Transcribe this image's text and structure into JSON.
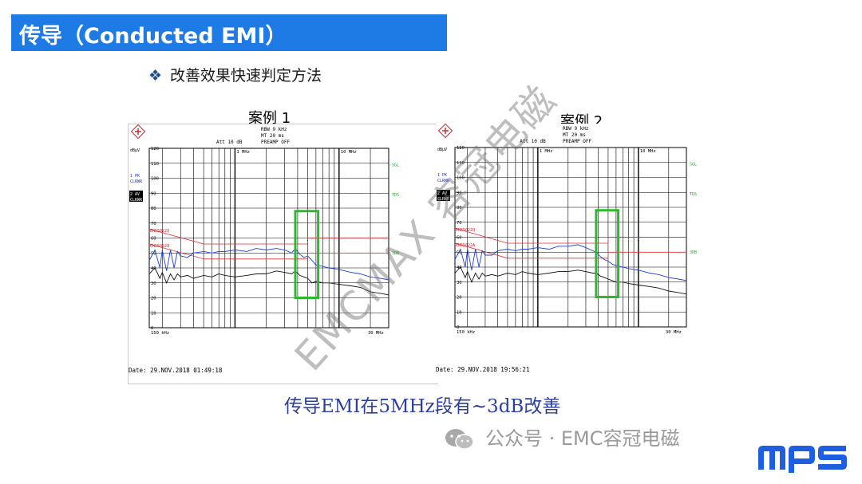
{
  "slide": {
    "title": "传导（Conducted EMI）",
    "bullet_mark": "❖",
    "bullet": "改善效果快速判定方法",
    "caption": "传导EMI在5MHz段有~3dB改善",
    "watermark": "EMCMAX 容冠电磁",
    "account": "公众号 · EMC容冠电磁",
    "logo_text": "mps"
  },
  "colors": {
    "title_bar": "#1e7be6",
    "trace_peak": "#1f3fd6",
    "trace_avg": "#111111",
    "limit_lines": "#e03030",
    "highlight_box": "#2db82d",
    "label_red": "#d42020",
    "label_green": "#22aa22",
    "label_blue": "#2233cc"
  },
  "chart_data": [
    {
      "type": "line",
      "title": "案例 1",
      "header": {
        "rbw": "RBW    9 kHz",
        "mt": "MT     20 ms",
        "preamp": "PREAMP OFF",
        "att": "Att 10 dB"
      },
      "unit": "dBµV",
      "ylim": [
        0,
        120
      ],
      "y_ticks": [
        120,
        110,
        100,
        90,
        80,
        70,
        60,
        50,
        40,
        30,
        20,
        10,
        0
      ],
      "x_scale": "log",
      "xlim_mhz": [
        0.15,
        30
      ],
      "x_tick_labels": {
        "start": "150 kHz",
        "mid1": "1 MHz",
        "mid2": "10 MHz",
        "end": "30 MHz"
      },
      "side_labels": [
        "1 PK",
        "CLRWR",
        "2 AV",
        "CLRWR"
      ],
      "limit_labels": [
        "EN55022Q",
        "EN55022A"
      ],
      "right_labels": [
        "SGL",
        "TDS",
        "3DB"
      ],
      "date": "Date: 29.NOV.2018   01:49:18",
      "highlight_box_mhz": [
        3.8,
        6.3
      ],
      "highlight_box_db": [
        20,
        78
      ],
      "series": [
        {
          "legend": "1 PK",
          "points_mhz_db": [
            [
              0.15,
              45
            ],
            [
              0.17,
              52
            ],
            [
              0.19,
              40
            ],
            [
              0.2,
              52
            ],
            [
              0.22,
              38
            ],
            [
              0.24,
              52
            ],
            [
              0.26,
              40
            ],
            [
              0.28,
              51
            ],
            [
              0.3,
              48
            ],
            [
              0.35,
              47
            ],
            [
              0.4,
              50
            ],
            [
              0.5,
              51
            ],
            [
              0.6,
              50
            ],
            [
              0.7,
              51
            ],
            [
              0.8,
              51
            ],
            [
              1.0,
              52
            ],
            [
              1.3,
              51
            ],
            [
              1.6,
              53
            ],
            [
              2.0,
              52
            ],
            [
              2.5,
              53
            ],
            [
              3.0,
              52
            ],
            [
              3.5,
              50
            ],
            [
              3.8,
              53
            ],
            [
              4.2,
              49
            ],
            [
              4.6,
              47
            ],
            [
              5.0,
              48
            ],
            [
              5.5,
              45
            ],
            [
              6.0,
              42
            ],
            [
              7.0,
              41
            ],
            [
              8.0,
              40
            ],
            [
              10,
              39
            ],
            [
              13,
              37
            ],
            [
              16,
              36
            ],
            [
              20,
              34
            ],
            [
              25,
              33
            ],
            [
              30,
              32
            ]
          ]
        },
        {
          "legend": "2 AV",
          "points_mhz_db": [
            [
              0.15,
              36
            ],
            [
              0.17,
              40
            ],
            [
              0.19,
              33
            ],
            [
              0.2,
              37
            ],
            [
              0.22,
              30
            ],
            [
              0.24,
              36
            ],
            [
              0.26,
              32
            ],
            [
              0.28,
              36
            ],
            [
              0.3,
              34
            ],
            [
              0.35,
              35
            ],
            [
              0.4,
              33
            ],
            [
              0.5,
              35
            ],
            [
              0.6,
              34
            ],
            [
              0.7,
              36
            ],
            [
              0.8,
              35
            ],
            [
              1.0,
              34
            ],
            [
              1.3,
              35
            ],
            [
              1.6,
              36
            ],
            [
              2.0,
              36
            ],
            [
              2.5,
              38
            ],
            [
              3.0,
              37
            ],
            [
              3.5,
              36
            ],
            [
              3.8,
              38
            ],
            [
              4.2,
              35
            ],
            [
              4.6,
              34
            ],
            [
              5.0,
              33
            ],
            [
              5.5,
              30
            ],
            [
              6.0,
              31
            ],
            [
              7.0,
              30
            ],
            [
              8.0,
              30
            ],
            [
              10,
              29
            ],
            [
              13,
              28
            ],
            [
              16,
              27
            ],
            [
              20,
              24
            ],
            [
              25,
              23
            ],
            [
              30,
              22
            ]
          ]
        }
      ],
      "limits": [
        {
          "legend": "EN55022Q",
          "points_mhz_db": [
            [
              0.15,
              66
            ],
            [
              0.5,
              56
            ],
            [
              5,
              56
            ],
            [
              5,
              60
            ],
            [
              30,
              60
            ]
          ]
        },
        {
          "legend": "EN55022A",
          "points_mhz_db": [
            [
              0.15,
              56
            ],
            [
              0.5,
              46
            ],
            [
              5,
              46
            ],
            [
              5,
              50
            ],
            [
              30,
              50
            ]
          ]
        }
      ]
    },
    {
      "type": "line",
      "title": "案例 2",
      "header": {
        "rbw": "RBW    9 kHz",
        "mt": "MT     20 ms",
        "preamp": "PREAMP OFF",
        "att": "Att 10 dB"
      },
      "unit": "dBµV",
      "ylim": [
        0,
        120
      ],
      "y_ticks": [
        120,
        110,
        100,
        90,
        80,
        70,
        60,
        50,
        40,
        30,
        20,
        10,
        0
      ],
      "x_scale": "log",
      "xlim_mhz": [
        0.15,
        30
      ],
      "x_tick_labels": {
        "start": "150 kHz",
        "mid1": "1 MHz",
        "mid2": "10 MHz",
        "end": "30 MHz"
      },
      "side_labels": [
        "1 PK",
        "CLRWR",
        "2 AV",
        "CLRWR"
      ],
      "limit_labels": [
        "EN55022Q",
        "EN55022A"
      ],
      "right_labels": [
        "SGL",
        "TDS",
        "3DB"
      ],
      "date": "Date: 29.NOV.2018   19:56:21",
      "highlight_box_mhz": [
        3.8,
        6.3
      ],
      "highlight_box_db": [
        20,
        78
      ],
      "series": [
        {
          "legend": "1 PK",
          "points_mhz_db": [
            [
              0.15,
              45
            ],
            [
              0.17,
              52
            ],
            [
              0.19,
              40
            ],
            [
              0.2,
              52
            ],
            [
              0.22,
              38
            ],
            [
              0.24,
              52
            ],
            [
              0.26,
              40
            ],
            [
              0.28,
              51
            ],
            [
              0.3,
              48
            ],
            [
              0.35,
              48
            ],
            [
              0.4,
              51
            ],
            [
              0.5,
              52
            ],
            [
              0.6,
              51
            ],
            [
              0.7,
              52
            ],
            [
              0.8,
              52
            ],
            [
              1.0,
              53
            ],
            [
              1.3,
              52
            ],
            [
              1.6,
              54
            ],
            [
              2.0,
              54
            ],
            [
              2.5,
              55
            ],
            [
              3.0,
              53
            ],
            [
              3.5,
              51
            ],
            [
              3.8,
              50
            ],
            [
              4.2,
              47
            ],
            [
              4.6,
              45
            ],
            [
              5.0,
              44
            ],
            [
              5.5,
              42
            ],
            [
              6.0,
              41
            ],
            [
              7.0,
              40
            ],
            [
              8.0,
              39
            ],
            [
              10,
              38
            ],
            [
              13,
              36
            ],
            [
              16,
              35
            ],
            [
              20,
              33
            ],
            [
              25,
              32
            ],
            [
              30,
              31
            ]
          ]
        },
        {
          "legend": "2 AV",
          "points_mhz_db": [
            [
              0.15,
              36
            ],
            [
              0.17,
              40
            ],
            [
              0.19,
              33
            ],
            [
              0.2,
              37
            ],
            [
              0.22,
              30
            ],
            [
              0.24,
              36
            ],
            [
              0.26,
              32
            ],
            [
              0.28,
              36
            ],
            [
              0.3,
              34
            ],
            [
              0.35,
              35
            ],
            [
              0.4,
              34
            ],
            [
              0.5,
              36
            ],
            [
              0.6,
              35
            ],
            [
              0.7,
              37
            ],
            [
              0.8,
              36
            ],
            [
              1.0,
              35
            ],
            [
              1.3,
              36
            ],
            [
              1.6,
              37
            ],
            [
              2.0,
              37
            ],
            [
              2.5,
              38
            ],
            [
              3.0,
              37
            ],
            [
              3.5,
              36
            ],
            [
              3.8,
              36
            ],
            [
              4.2,
              34
            ],
            [
              4.6,
              33
            ],
            [
              5.0,
              32
            ],
            [
              5.5,
              31
            ],
            [
              6.0,
              30
            ],
            [
              7.0,
              30
            ],
            [
              8.0,
              29
            ],
            [
              10,
              28
            ],
            [
              13,
              27
            ],
            [
              16,
              26
            ],
            [
              20,
              24
            ],
            [
              25,
              23
            ],
            [
              30,
              22
            ]
          ]
        }
      ],
      "limits": [
        {
          "legend": "EN55022Q",
          "points_mhz_db": [
            [
              0.15,
              66
            ],
            [
              0.5,
              56
            ],
            [
              5,
              56
            ],
            [
              5,
              60
            ],
            [
              30,
              60
            ]
          ]
        },
        {
          "legend": "EN55022A",
          "points_mhz_db": [
            [
              0.15,
              56
            ],
            [
              0.5,
              46
            ],
            [
              5,
              46
            ],
            [
              5,
              50
            ],
            [
              30,
              50
            ]
          ]
        }
      ]
    }
  ]
}
